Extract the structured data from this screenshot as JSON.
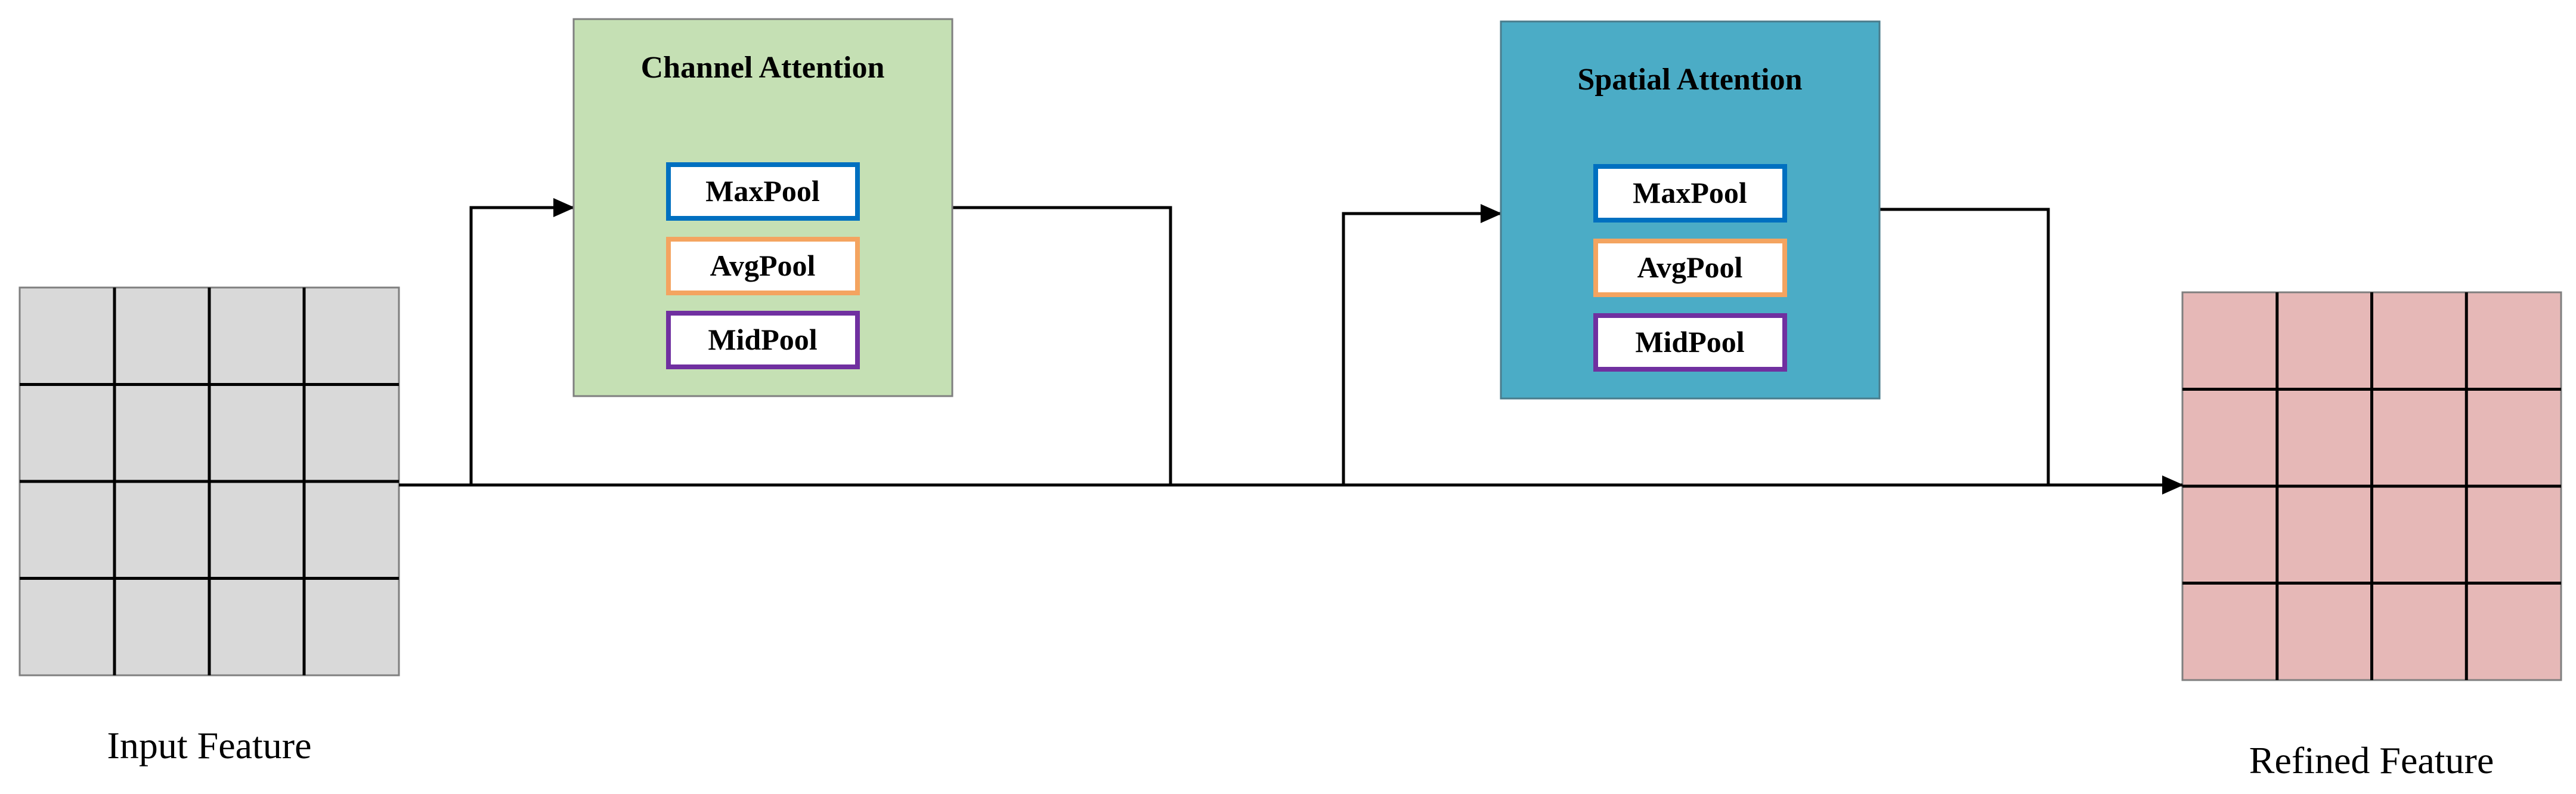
{
  "input_feature": {
    "label": "Input Feature",
    "fill": "#d9d9d9",
    "rows": 4,
    "cols": 4
  },
  "refined_feature": {
    "label": "Refined Feature",
    "fill": "#e6b8b7",
    "rows": 4,
    "cols": 4
  },
  "channel_attention": {
    "title": "Channel Attention",
    "fill": "#c5e0b4",
    "pools": [
      {
        "label": "MaxPool",
        "border": "#0070c0"
      },
      {
        "label": "AvgPool",
        "border": "#f4a460"
      },
      {
        "label": "MidPool",
        "border": "#7030a0"
      }
    ]
  },
  "spatial_attention": {
    "title": "Spatial Attention",
    "fill": "#4bacc6",
    "pools": [
      {
        "label": "MaxPool",
        "border": "#0070c0"
      },
      {
        "label": "AvgPool",
        "border": "#f4a460"
      },
      {
        "label": "MidPool",
        "border": "#7030a0"
      }
    ]
  }
}
